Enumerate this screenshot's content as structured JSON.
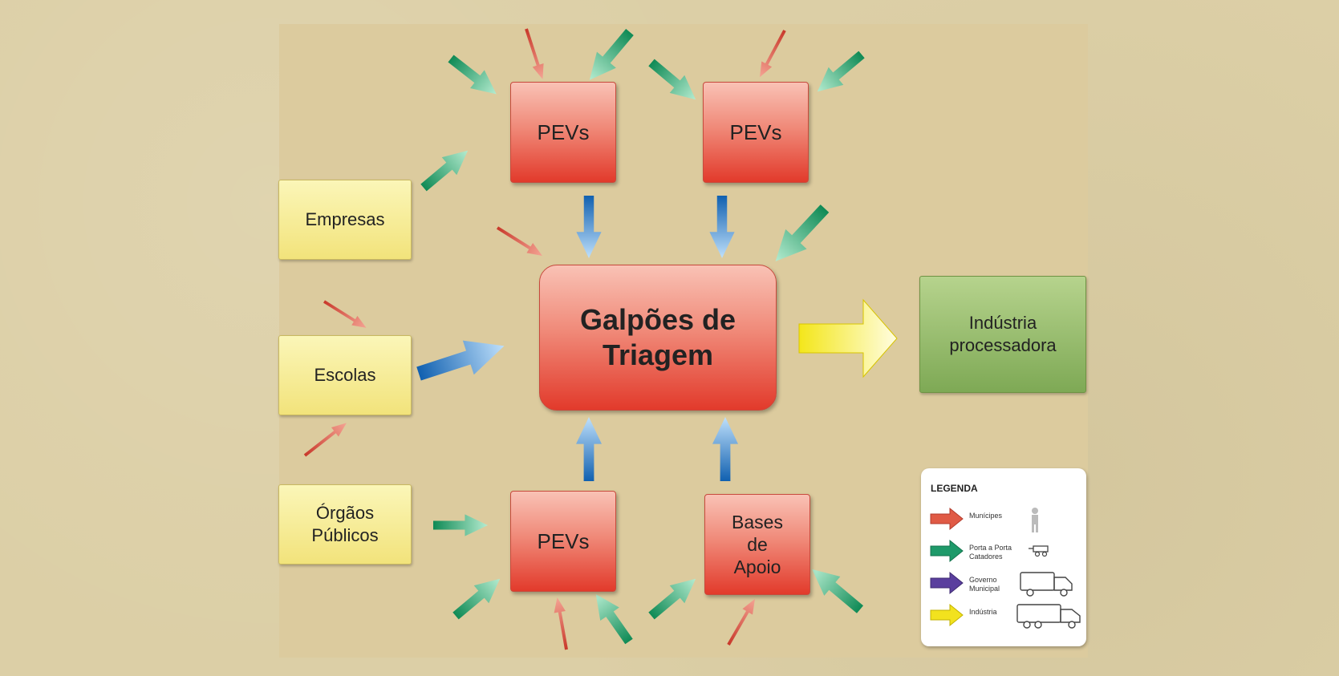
{
  "nodes": {
    "pevs_top_left": "PEVs",
    "pevs_top_right": "PEVs",
    "pevs_bottom": "PEVs",
    "empresas": "Empresas",
    "escolas": "Escolas",
    "orgaos": "Órgãos\nPúblicos",
    "central": "Galpões de\nTriagem",
    "bases": "Bases\nde\nApoio",
    "industria": "Indústria\nprocessadora"
  },
  "legend": {
    "title": "LEGENDA",
    "items": [
      {
        "label": "Munícipes",
        "color": "#e05a45",
        "icon": "person-icon"
      },
      {
        "label": "Porta a Porta\nCatadores",
        "color": "#1e9a6a",
        "icon": "cart-icon"
      },
      {
        "label": "Governo\nMunicipal",
        "color": "#5a3f9e",
        "icon": "truck-icon"
      },
      {
        "label": "Indústria",
        "color": "#f2e21e",
        "icon": "big-truck-icon"
      }
    ]
  },
  "colors": {
    "red_arrow": "#e05a45",
    "green_arrow": "#1e9a6a",
    "blue_arrow": "#2a78c4",
    "yellow_arrow": "#f2e21e"
  }
}
